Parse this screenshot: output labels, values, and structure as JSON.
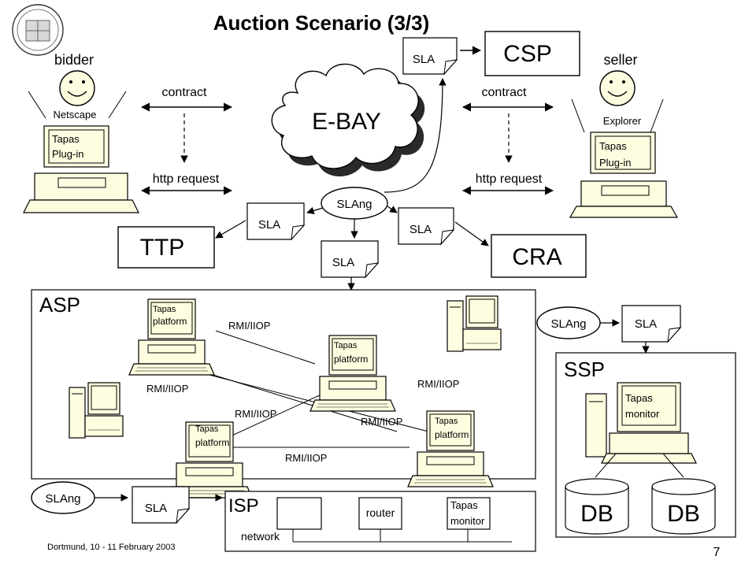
{
  "title": "Auction Scenario (3/3)",
  "footer": {
    "left": "Dortmund, 10 - 11 February 2003",
    "page": "7"
  },
  "actors": {
    "bidder": {
      "label": "bidder",
      "browser": "Netscape",
      "plugin": [
        "Tapas",
        "Plug-in"
      ]
    },
    "seller": {
      "label": "seller",
      "browser": "Explorer",
      "plugin": [
        "Tapas",
        "Plug-in"
      ]
    }
  },
  "center": {
    "ebay": "E-BAY",
    "slang": "SLAng"
  },
  "labels": {
    "contract": "contract",
    "http_request": "http request",
    "sla": "SLA",
    "slang": "SLAng",
    "rmi": "RMI/IIOP",
    "tapas": "Tapas",
    "platform": "platform",
    "monitor": "monitor",
    "router": "router",
    "network": "network",
    "db": "DB"
  },
  "boxes": {
    "csp": "CSP",
    "ttp": "TTP",
    "cra": "CRA",
    "asp": "ASP",
    "ssp": "SSP",
    "isp": "ISP"
  },
  "colors": {
    "line": "#000000",
    "computer_fill": "#fffde0",
    "cloud_shadow": "#2a2a2a"
  }
}
